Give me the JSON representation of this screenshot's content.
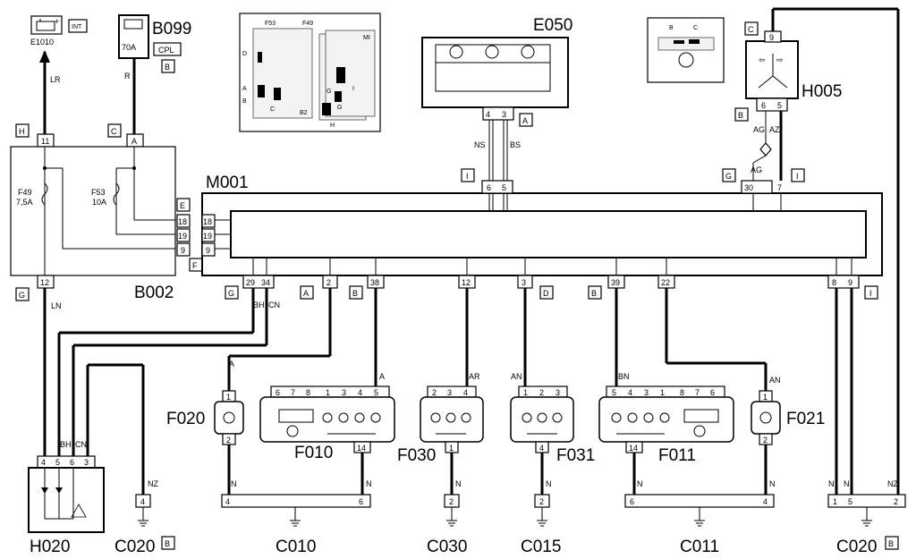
{
  "components": {
    "e1010": {
      "code": "E1010",
      "tag": "INT",
      "wire": "LR"
    },
    "b099": {
      "code": "B099",
      "rating": "70A",
      "tag": "CPL",
      "conn": "B",
      "wire": "R"
    },
    "b002": {
      "code": "B002",
      "fuse1": "F49",
      "fuse1_rating": "7,5A",
      "fuse2": "F53",
      "fuse2_rating": "10A",
      "conn_h": "H",
      "conn_c": "C",
      "conn_e": "E",
      "conn_f": "F",
      "conn_g": "G",
      "pin_11": "11",
      "pin_a": "A",
      "pin_12": "12",
      "p18": "18",
      "p19": "19",
      "p9": "9"
    },
    "inset1": {
      "f53": "F53",
      "f49": "F49",
      "d": "D",
      "a": "A",
      "b": "B",
      "c": "C",
      "b2": "B2",
      "mi": "MI",
      "g1": "G",
      "i": "I",
      "g2": "G",
      "h": "H"
    },
    "e050": {
      "code": "E050",
      "conn": "A",
      "pin4": "4",
      "pin3": "3",
      "wire1": "NS",
      "wire2": "BS"
    },
    "inset2": {
      "b": "B",
      "c": "C"
    },
    "h005": {
      "code": "H005",
      "conn_c": "C",
      "conn_b": "B",
      "pin9": "9",
      "pin6": "6",
      "pin5": "5",
      "wire_ag": "AG",
      "wire_az": "AZ",
      "wire_ag2": "AG"
    },
    "m001": {
      "code": "M001",
      "conn_i1": "I",
      "conn_g": "G",
      "conn_i2": "I",
      "conn_i3": "I",
      "top_pin6": "6",
      "top_pin5": "5",
      "top_pin30": "30",
      "top_pin7": "7",
      "bottom_pins": [
        "29",
        "34",
        "2",
        "38",
        "12",
        "3",
        "39",
        "22",
        "8",
        "9"
      ],
      "bottom_conns": [
        "G",
        "A",
        "B",
        "D",
        "B"
      ]
    },
    "h020": {
      "code": "H020",
      "pins": [
        "4",
        "5",
        "6",
        "3"
      ],
      "wire_bh": "BH",
      "wire_cn": "CN",
      "wire_ln": "LN"
    },
    "f020": {
      "code": "F020",
      "pin1": "1",
      "pin2": "2",
      "wire": "A"
    },
    "f010": {
      "code": "F010",
      "pins": [
        "6",
        "7",
        "8",
        "1",
        "3",
        "4",
        "5"
      ],
      "pin14": "14",
      "wire": "A"
    },
    "f030": {
      "code": "F030",
      "pins": [
        "2",
        "3",
        "4"
      ],
      "pin1": "1",
      "wire": "AR"
    },
    "f031": {
      "code": "F031",
      "pins": [
        "1",
        "2",
        "3"
      ],
      "pin4": "4",
      "wire": "AN"
    },
    "f011": {
      "code": "F011",
      "pins": [
        "5",
        "4",
        "3",
        "1",
        "8",
        "7",
        "6"
      ],
      "pin14": "14",
      "wire": "BN"
    },
    "f021": {
      "code": "F021",
      "pin1": "1",
      "pin2": "2",
      "wire": "AN"
    },
    "grounds": {
      "c020_left": {
        "code": "C020",
        "conn": "B",
        "pin": "4",
        "wire": "NZ"
      },
      "c010": {
        "code": "C010",
        "pin4": "4",
        "pin6": "6",
        "wire": "N"
      },
      "c030": {
        "code": "C030",
        "pin": "2",
        "wire": "N"
      },
      "c015": {
        "code": "C015",
        "pin": "2",
        "wire": "N"
      },
      "c011": {
        "code": "C011",
        "pin6": "6",
        "pin4": "4",
        "wire": "N"
      },
      "c020_right": {
        "code": "C020",
        "conn": "B",
        "pin1": "1",
        "pin5": "5",
        "pin2": "2",
        "wire_n1": "N",
        "wire_n2": "N",
        "wire_nz": "NZ"
      }
    },
    "wire_bh_cn": {
      "bh": "BH",
      "cn": "CN"
    }
  }
}
